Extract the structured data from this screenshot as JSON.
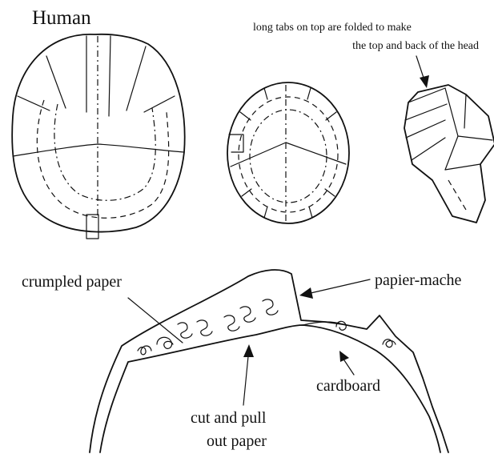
{
  "title": "Human",
  "note": {
    "line1": "long tabs on top are folded to make",
    "line2": "the top and back of the head"
  },
  "labels": {
    "crumpled_paper": "crumpled paper",
    "papier_mache": "papier-mache",
    "cardboard": "cardboard",
    "cut_pull_line1": "cut and pull",
    "cut_pull_line2": "out paper"
  },
  "colors": {
    "ink": "#111111",
    "background": "#ffffff"
  }
}
